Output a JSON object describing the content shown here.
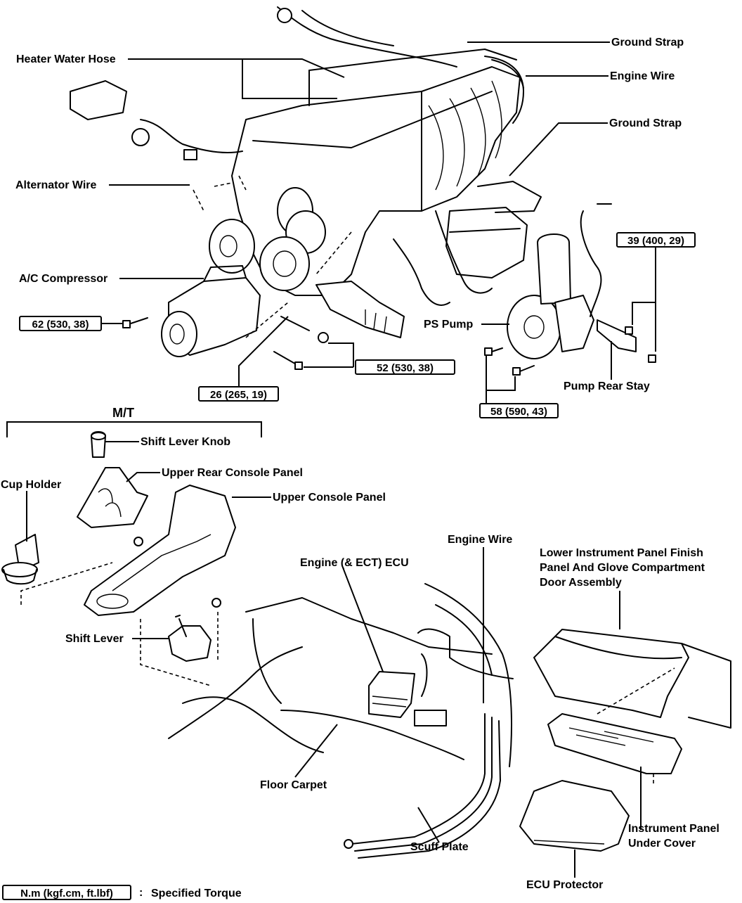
{
  "labels": {
    "ground_strap_1": "Ground Strap",
    "heater_water_hose": "Heater Water Hose",
    "engine_wire_top": "Engine Wire",
    "ground_strap_2": "Ground Strap",
    "alternator_wire": "Alternator Wire",
    "ac_compressor": "A/C Compressor",
    "ps_pump": "PS Pump",
    "pump_rear_stay": "Pump Rear Stay",
    "mt": "M/T",
    "shift_lever_knob": "Shift Lever Knob",
    "upper_rear_console_panel": "Upper Rear Console Panel",
    "cup_holder": "Cup Holder",
    "upper_console_panel": "Upper Console Panel",
    "engine_wire_bottom": "Engine Wire",
    "engine_ect_ecu": "Engine (& ECT) ECU",
    "lower_instrument_panel": "Lower Instrument Panel Finish Panel And Glove Compartment Door Assembly",
    "shift_lever": "Shift Lever",
    "floor_carpet": "Floor Carpet",
    "scuff_plate": "Scuff Plate",
    "instrument_panel_under_cover": "Instrument Panel Under Cover",
    "ecu_protector": "ECU Protector"
  },
  "torques": {
    "t_39": "39 (400, 29)",
    "t_62": "62 (530, 38)",
    "t_52": "52 (530, 38)",
    "t_26": "26 (265, 19)",
    "t_58": "58 (590, 43)"
  },
  "legend": {
    "unit": "N.m (kgf.cm, ft.lbf)",
    "colon": ":",
    "text": "Specified Torque"
  }
}
